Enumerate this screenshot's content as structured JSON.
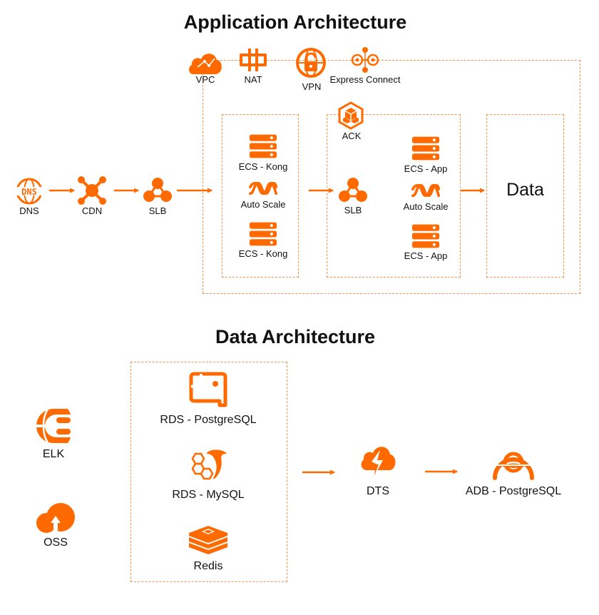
{
  "colors": {
    "accent": "#ff6a00",
    "dashed_border": "#f7934d",
    "text": "#111111"
  },
  "app_arch": {
    "title": "Application Architecture",
    "network_services": [
      {
        "icon": "vpc-cloud-icon",
        "label": "VPC"
      },
      {
        "icon": "nat-gateway-icon",
        "label": "NAT"
      },
      {
        "icon": "vpn-globe-lock-icon",
        "label": "VPN"
      },
      {
        "icon": "express-connect-icon",
        "label": "Express Connect"
      }
    ],
    "entry_flow": [
      {
        "icon": "dns-icon",
        "label": "DNS"
      },
      {
        "icon": "cdn-icon",
        "label": "CDN"
      },
      {
        "icon": "slb-icon",
        "label": "SLB"
      }
    ],
    "kong_group": [
      {
        "icon": "ecs-server-icon",
        "label": "ECS - Kong"
      },
      {
        "icon": "auto-scale-icon",
        "label": "Auto Scale"
      },
      {
        "icon": "ecs-server-icon",
        "label": "ECS - Kong"
      }
    ],
    "ack_group": {
      "ack_label": "ACK",
      "slb_label": "SLB",
      "items": [
        {
          "icon": "ecs-server-icon",
          "label": "ECS - App"
        },
        {
          "icon": "auto-scale-icon",
          "label": "Auto Scale"
        },
        {
          "icon": "ecs-server-icon",
          "label": "ECS - App"
        }
      ]
    },
    "data_box_label": "Data"
  },
  "data_arch": {
    "title": "Data Architecture",
    "side_services": [
      {
        "icon": "elk-icon",
        "label": "ELK"
      },
      {
        "icon": "oss-icon",
        "label": "OSS"
      }
    ],
    "databases": [
      {
        "icon": "rds-postgresql-icon",
        "label": "RDS - PostgreSQL"
      },
      {
        "icon": "rds-mysql-icon",
        "label": "RDS - MySQL"
      },
      {
        "icon": "redis-icon",
        "label": "Redis"
      }
    ],
    "dts_label": "DTS",
    "adb_label": "ADB - PostgreSQL"
  }
}
